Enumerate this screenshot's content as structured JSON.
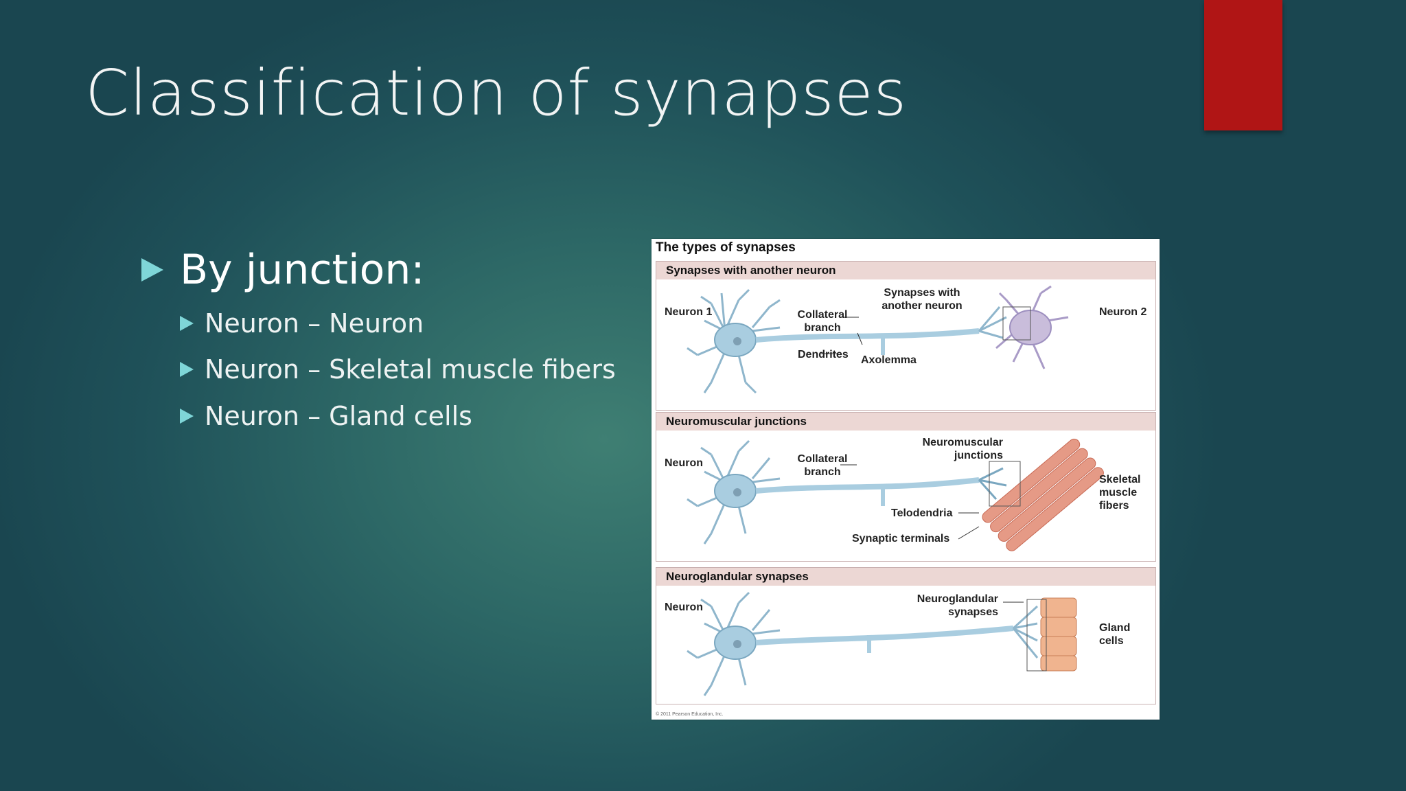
{
  "slide": {
    "title": "Classification of synapses",
    "bullet": "By junction:",
    "subbullets": [
      "Neuron – Neuron",
      "Neuron – Skeletal muscle fibers",
      "Neuron – Gland cells"
    ]
  },
  "figure": {
    "title": "The types of synapses",
    "credit": "© 2011 Pearson Education, Inc.",
    "panels": [
      {
        "heading": "Synapses with another neuron",
        "labels": {
          "neuron1": "Neuron 1",
          "synapses": "Synapses with another neuron",
          "collateral": "Collateral branch",
          "dendrites": "Dendrites",
          "axolemma": "Axolemma",
          "neuron2": "Neuron 2"
        }
      },
      {
        "heading": "Neuromuscular junctions",
        "labels": {
          "neuron": "Neuron",
          "collateral": "Collateral branch",
          "junctions": "Neuromuscular junctions",
          "telodendria": "Telodendria",
          "terminals": "Synaptic terminals",
          "skeletal": "Skeletal muscle fibers"
        }
      },
      {
        "heading": "Neuroglandular synapses",
        "labels": {
          "neuron": "Neuron",
          "synapses": "Neuroglandular synapses",
          "gland": "Gland cells"
        }
      }
    ]
  },
  "colors": {
    "accent": "#b01515",
    "bullet": "#7fd6d8",
    "title": "#f2f4f4",
    "neuron": "#a9cde0",
    "neuron2": "#c9bddb",
    "muscle": "#e59a86",
    "gland": "#f0b48f"
  }
}
